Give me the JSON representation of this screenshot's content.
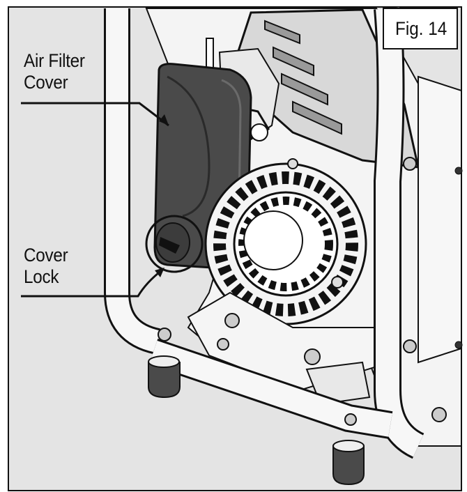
{
  "figure": {
    "label": "Fig. 14"
  },
  "callouts": {
    "air_filter": {
      "line1": "Air Filter",
      "line2": "Cover"
    },
    "cover_lock": {
      "line1": "Cover",
      "line2": "Lock"
    }
  },
  "colors": {
    "outline": "#111111",
    "panel": "#e4e4e4",
    "cover": "#4a4a4a",
    "metal_light": "#f2f2f2",
    "metal_mid": "#c9c9c9"
  }
}
